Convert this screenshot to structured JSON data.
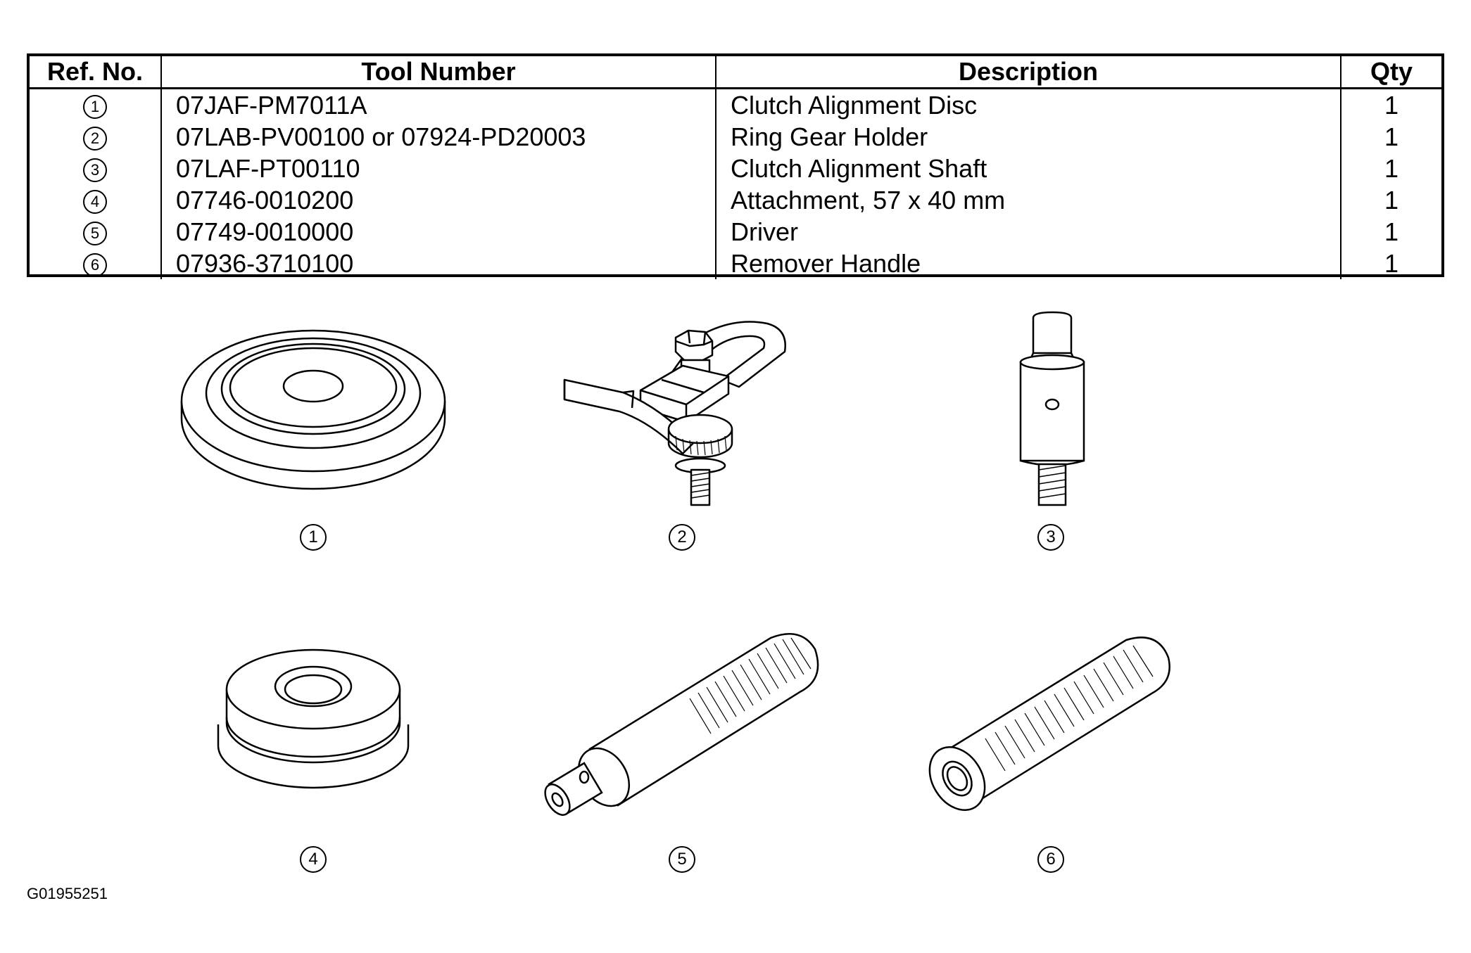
{
  "table": {
    "headers": {
      "ref": "Ref. No.",
      "tool_number": "Tool Number",
      "description": "Description",
      "qty": "Qty"
    },
    "rows": [
      {
        "ref": "1",
        "tool_number": "07JAF-PM7011A",
        "description": "Clutch Alignment Disc",
        "qty": "1"
      },
      {
        "ref": "2",
        "tool_number": "07LAB-PV00100 or 07924-PD20003",
        "description": "Ring Gear Holder",
        "qty": "1"
      },
      {
        "ref": "3",
        "tool_number": "07LAF-PT00110",
        "description": "Clutch Alignment Shaft",
        "qty": "1"
      },
      {
        "ref": "4",
        "tool_number": "07746-0010200",
        "description": "Attachment, 57 x 40 mm",
        "qty": "1"
      },
      {
        "ref": "5",
        "tool_number": "07749-0010000",
        "description": "Driver",
        "qty": "1"
      },
      {
        "ref": "6",
        "tool_number": "07936-3710100",
        "description": "Remover Handle",
        "qty": "1"
      }
    ]
  },
  "illustrations": {
    "callouts": [
      "1",
      "2",
      "3",
      "4",
      "5",
      "6"
    ]
  },
  "figure_id": "G01955251"
}
